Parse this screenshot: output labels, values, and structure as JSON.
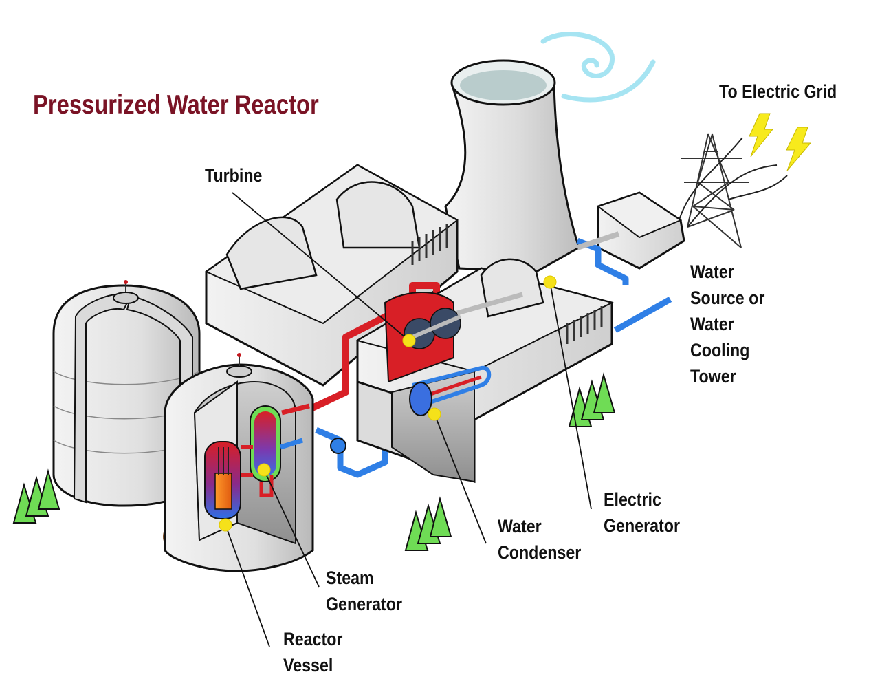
{
  "title": "Pressurized Water Reactor",
  "colors": {
    "title": "#7a1325",
    "hot_pipe": "#d81f26",
    "cold_pipe": "#2f7fe6",
    "marker": "#f5e11a",
    "tree": "#6fdc55",
    "lightning": "#f7ea1c",
    "concrete": "#e2e2e2",
    "ground": "#7a4a22"
  },
  "labels": {
    "turbine": [
      "Turbine"
    ],
    "grid": [
      "To Electric Grid"
    ],
    "water_source": [
      "Water",
      "Source or",
      "Water",
      "Cooling",
      "Tower"
    ],
    "generator": [
      "Electric",
      "Generator"
    ],
    "condenser": [
      "Water",
      "Condenser"
    ],
    "steam_generator": [
      "Steam",
      "Generator"
    ],
    "reactor_vessel": [
      "Reactor",
      "Vessel"
    ]
  },
  "icons": [
    "cooling-tower-icon",
    "transmission-tower-icon",
    "lightning-icon",
    "tree-icon",
    "storage-tank-icon",
    "containment-building-icon"
  ]
}
